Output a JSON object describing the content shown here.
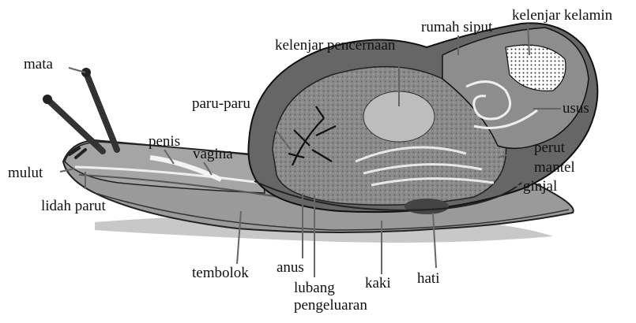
{
  "labels": {
    "mata": "mata",
    "mulut": "mulut",
    "lidah_parut": "lidah parut",
    "penis": "penis",
    "vagina": "vagina",
    "paru_paru": "paru-paru",
    "kelenjar_pencernaan": "kelenjar pencernaan",
    "rumah_siput": "rumah siput",
    "kelenjar_kelamin": "kelenjar kelamin",
    "usus": "usus",
    "perut": "perut",
    "mantel": "mantel",
    "ginjal": "ginjal",
    "tembolok": "tembolok",
    "anus": "anus",
    "lubang": "lubang",
    "pengeluaran": "pengeluaran",
    "kaki": "kaki",
    "hati": "hati"
  }
}
